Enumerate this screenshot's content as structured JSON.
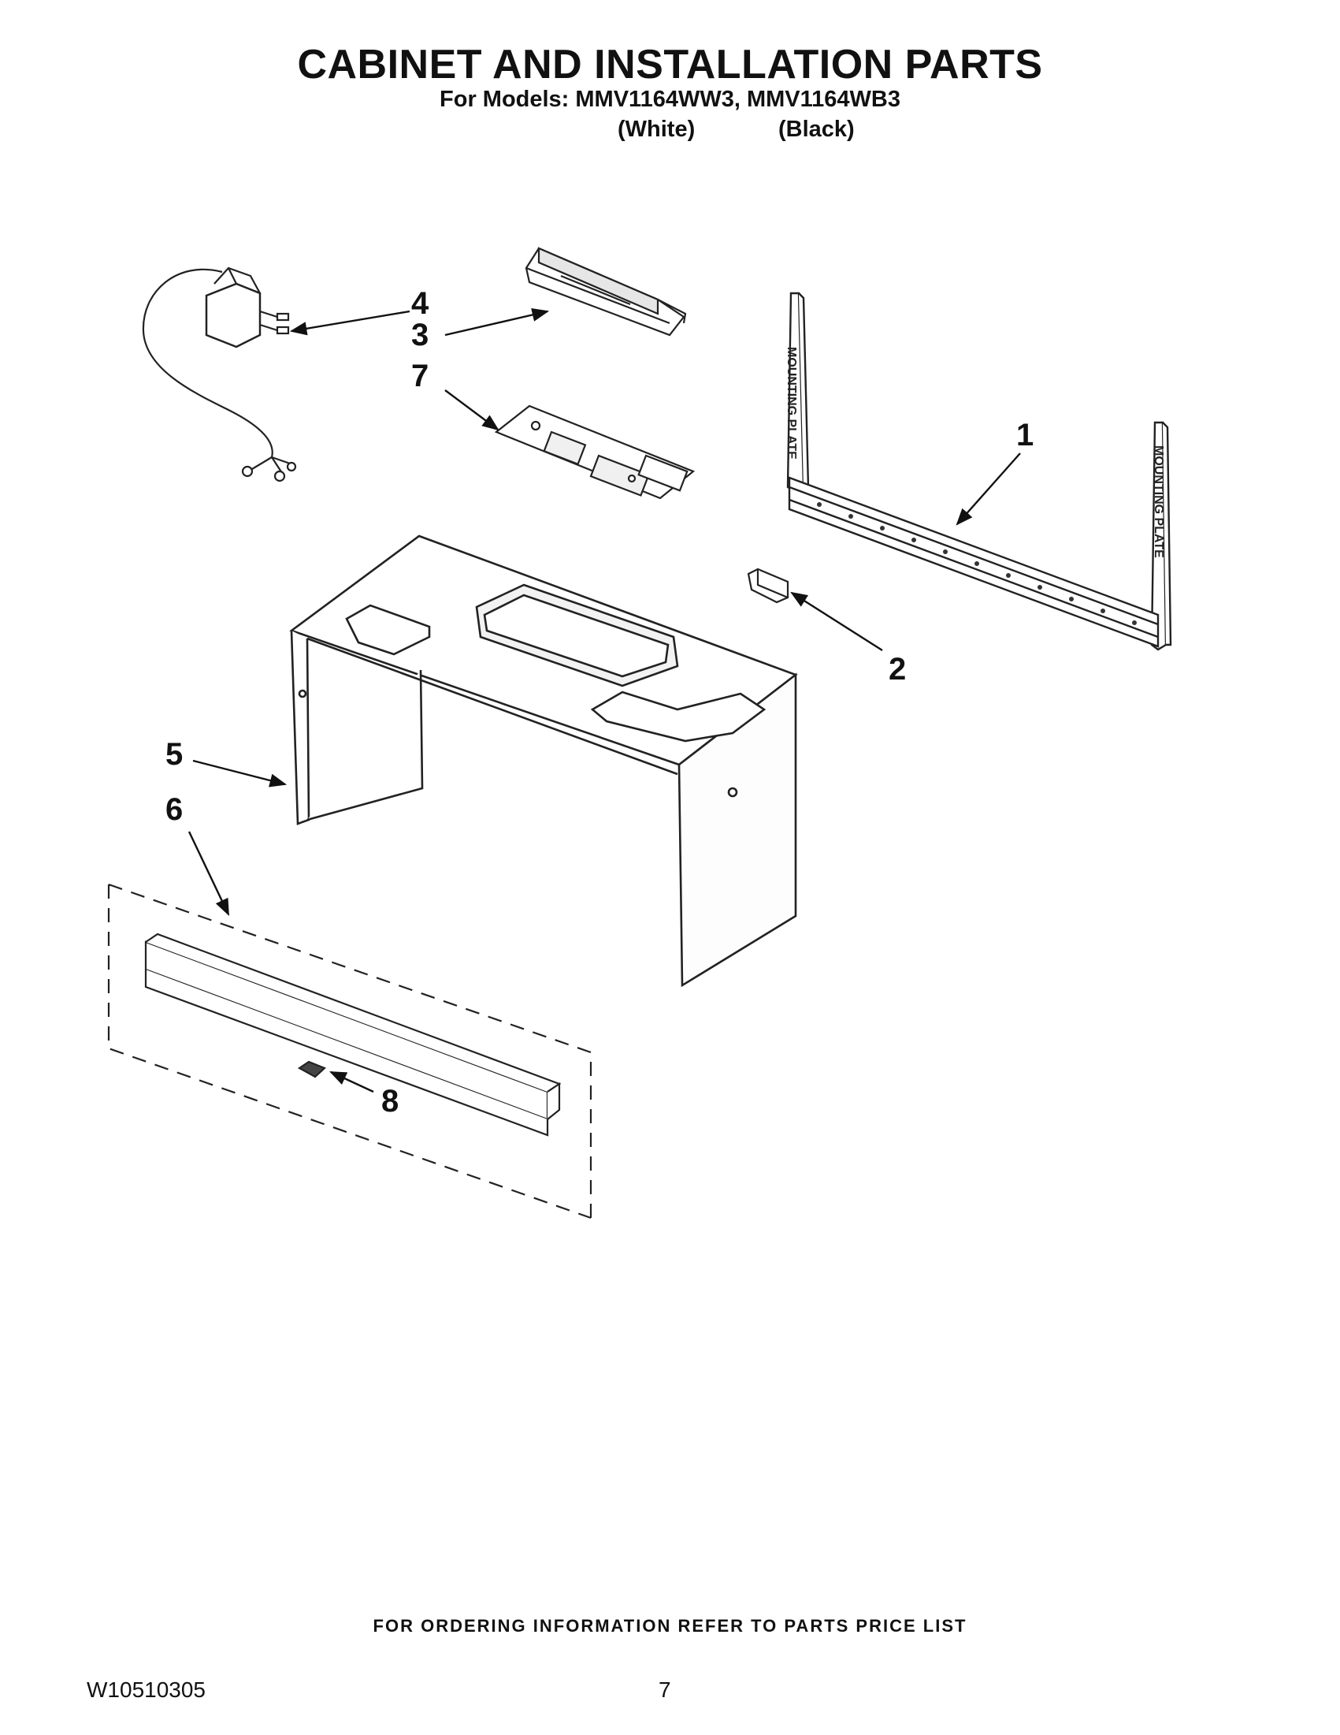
{
  "header": {
    "title": "CABINET AND INSTALLATION PARTS",
    "models_line": "For Models: MMV1164WW3, MMV1164WB3",
    "variant_1": "(White)",
    "variant_2": "(Black)"
  },
  "callouts": {
    "c1": "1",
    "c2": "2",
    "c3": "3",
    "c4": "4",
    "c5": "5",
    "c6": "6",
    "c7": "7",
    "c8": "8"
  },
  "plate_label": "MOUNTING PLATE",
  "footer": {
    "note": "FOR ORDERING INFORMATION REFER TO PARTS PRICE LIST",
    "doc_number": "W10510305",
    "page_number": "7"
  }
}
